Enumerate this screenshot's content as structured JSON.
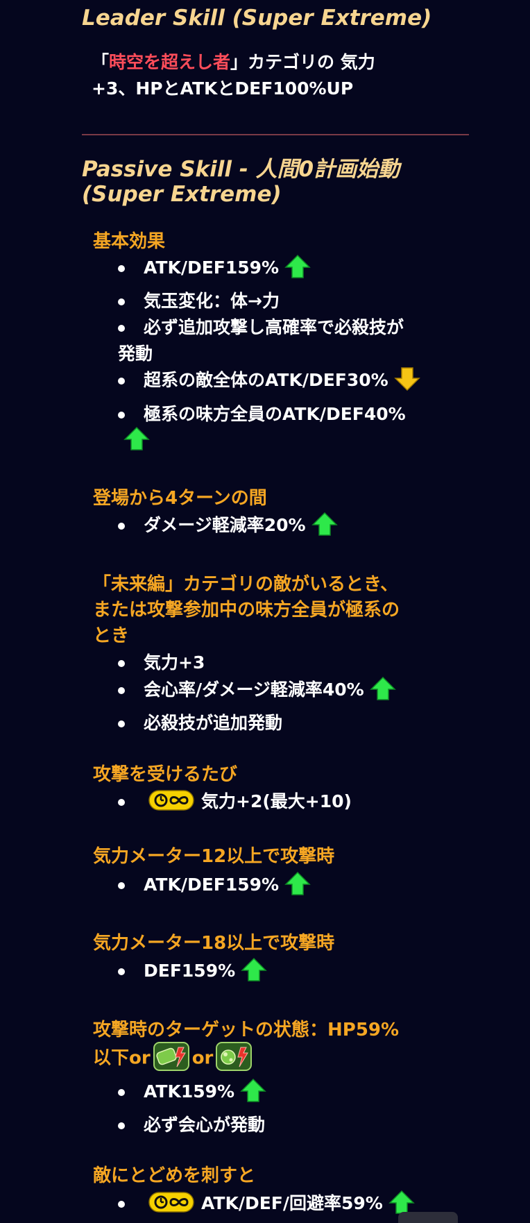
{
  "leader": {
    "title": "Leader Skill (Super Extreme)",
    "quote_open": "「",
    "category": "時空を超えし者",
    "line1_rest": "」カテゴリの 気力",
    "line2": "+3、HPとATKとDEF100%UP"
  },
  "passive": {
    "title_line1": "Passive Skill - 人間0計画始動",
    "title_line2": "(Super Extreme)"
  },
  "sections": {
    "basic": {
      "heading": "基本効果",
      "b1": "ATK/DEF159%",
      "b2": "気玉変化：体→力",
      "b3": "必ず追加攻撃し高確率で必殺技が",
      "b3_cont": "発動",
      "b4": "超系の敵全体のATK/DEF30%",
      "b5": "極系の味方全員のATK/DEF40%"
    },
    "entry": {
      "heading": "登場から4ターンの間",
      "b1": "ダメージ軽減率20%"
    },
    "future": {
      "heading_line1": "「未来編」カテゴリの敵がいるとき、",
      "heading_line2": "または攻撃参加中の味方全員が極系の",
      "heading_line3": "とき",
      "b1": "気力+3",
      "b2": "会心率/ダメージ軽減率40%",
      "b3": "必殺技が追加発動"
    },
    "hit": {
      "heading": "攻撃を受けるたび",
      "b1": "気力+2(最大+10)"
    },
    "ki12": {
      "heading": "気力メーター12以上で攻撃時",
      "b1": "ATK/DEF159%"
    },
    "ki18": {
      "heading": "気力メーター18以上で攻撃時",
      "b1": "DEF159%"
    },
    "target": {
      "heading_line1": "攻撃時のターゲットの状態：HP59%",
      "heading_line2_a": "以下or",
      "heading_line2_b": "or",
      "b1": "ATK159%",
      "b2": "必ず会心が発動"
    },
    "finish": {
      "heading": "敵にとどめを刺すと",
      "b1": "ATK/DEF/回避率59%"
    }
  },
  "colors": {
    "background": "#05061e",
    "title": "#f7d590",
    "condition": "#f5a623",
    "category_highlight": "#ff4d5a",
    "arrow_up": "#2ee84a",
    "arrow_down": "#f6c415",
    "divider": "#7a3a46"
  },
  "icons": {
    "up": "green-up-arrow-icon",
    "down": "yellow-down-arrow-icon",
    "infinite": "infinite-duration-badge-icon",
    "type1": "defense-down-status-icon",
    "type2": "stun-status-icon"
  }
}
